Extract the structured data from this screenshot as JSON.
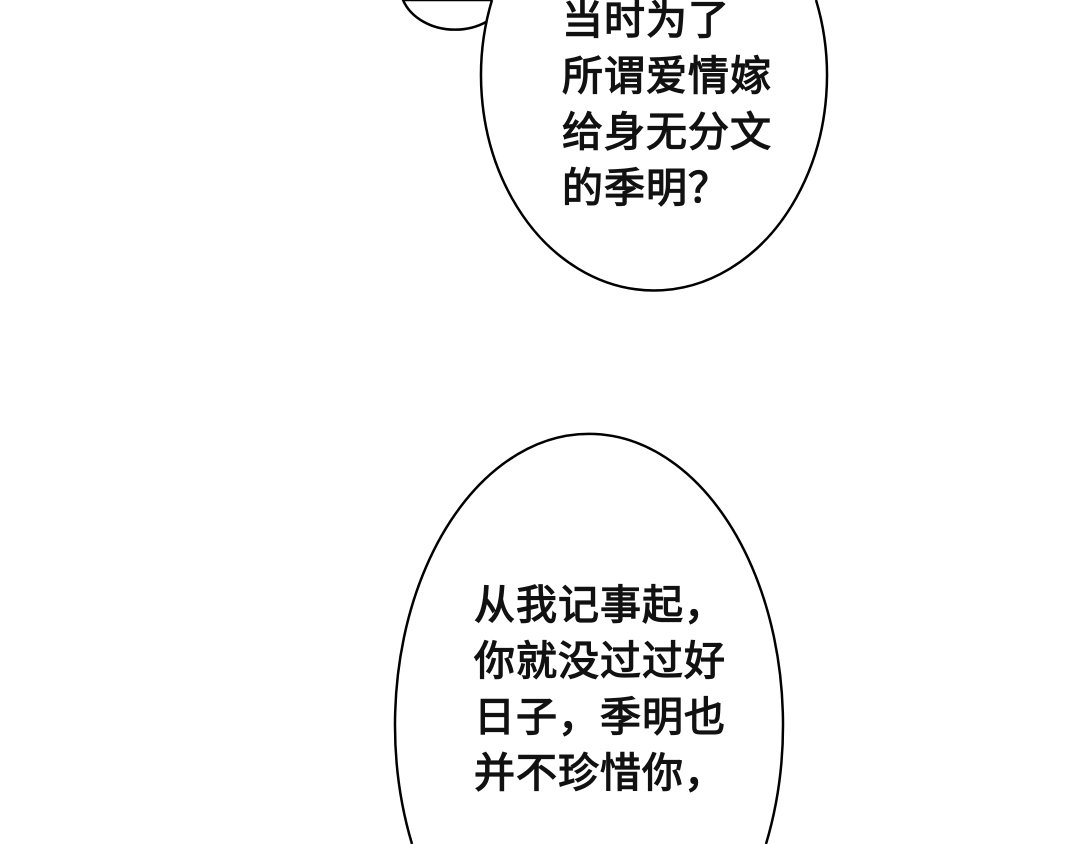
{
  "bubble_1": {
    "lines": [
      "当时为了",
      "所谓爱情嫁",
      "给身无分文",
      "的季明？"
    ]
  },
  "bubble_2": {
    "lines": [
      "从我记事起，",
      "你就没过过好",
      "日子，季明也",
      "并不珍惜你，"
    ]
  }
}
